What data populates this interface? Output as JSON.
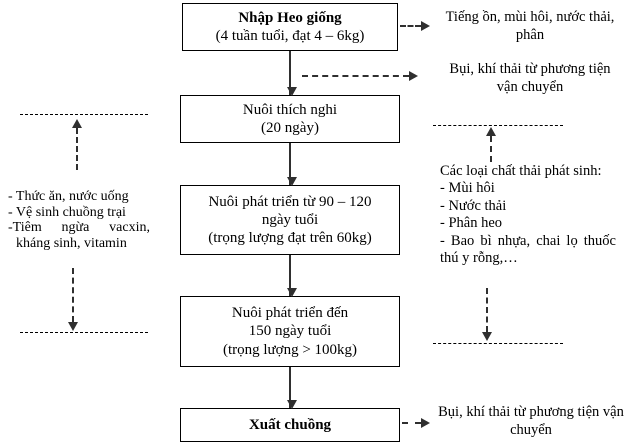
{
  "boxes": {
    "intake": {
      "title": "Nhập Heo giống",
      "detail": "(4 tuần tuổi, đạt 4 – 6kg)"
    },
    "adapt": {
      "title": "Nuôi thích nghi",
      "detail": "(20 ngày)"
    },
    "grow1": {
      "line1": "Nuôi phát triển từ 90 – 120",
      "line2": "ngày tuổi",
      "line3": "(trọng lượng đạt trên 60kg)"
    },
    "grow2": {
      "line1": "Nuôi phát triển đến",
      "line2": "150 ngày tuổi",
      "line3": "(trọng lượng > 100kg)"
    },
    "exit": {
      "title": "Xuất chuồng"
    }
  },
  "annotations": {
    "noise_waste": "Tiếng ồn, mùi hôi, nước thải, phân",
    "transport_top": "Bụi, khí thải từ phương tiện vận chuyển",
    "waste_heading": "Các loại chất thải phát sinh:",
    "waste_items": [
      "- Mùi hôi",
      "- Nước thải",
      "- Phân heo",
      "- Bao bì nhựa, chai lọ thuốc thú y rỗng,…"
    ],
    "inputs": [
      "- Thức ăn, nước uống",
      "- Vệ sinh chuồng trại",
      "-Tiêm ngừa vacxin, kháng sinh, vitamin"
    ],
    "transport_bottom": "Bụi, khí thải từ phương tiện vận chuyển"
  },
  "colors": {
    "ink": "#000000",
    "background": "#ffffff"
  }
}
